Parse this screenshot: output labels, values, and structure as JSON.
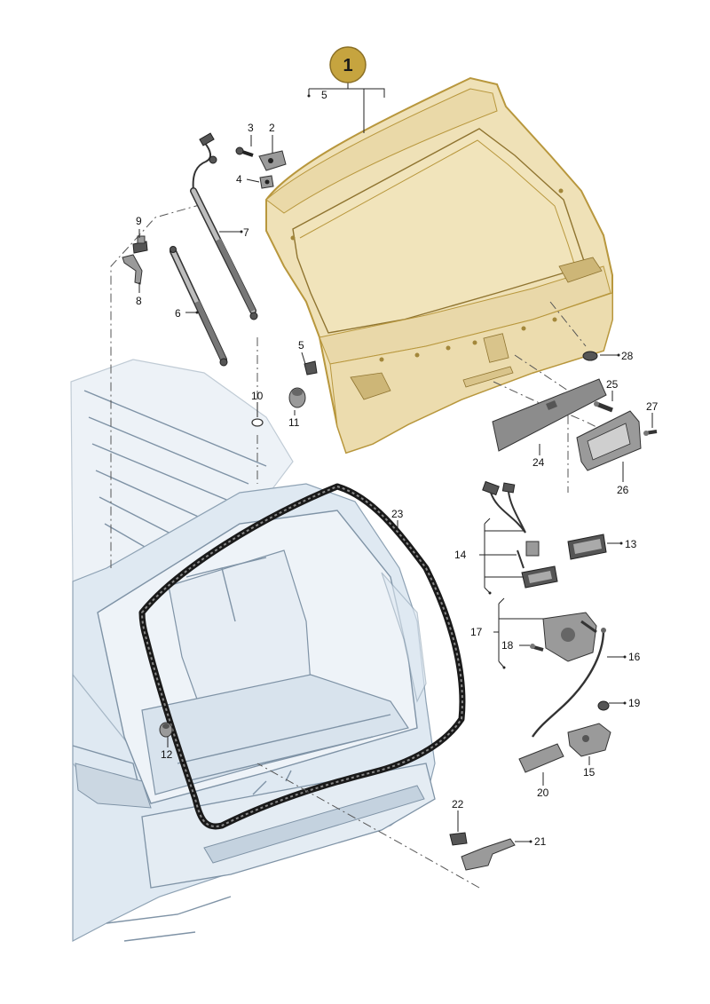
{
  "badge": {
    "label": "1"
  },
  "callouts": [
    {
      "id": "c5a",
      "text": "5"
    },
    {
      "id": "c3",
      "text": "3"
    },
    {
      "id": "c2",
      "text": "2"
    },
    {
      "id": "c4",
      "text": "4"
    },
    {
      "id": "c9",
      "text": "9"
    },
    {
      "id": "c7",
      "text": "7"
    },
    {
      "id": "c8",
      "text": "8"
    },
    {
      "id": "c6",
      "text": "6"
    },
    {
      "id": "c5b",
      "text": "5"
    },
    {
      "id": "c10",
      "text": "10"
    },
    {
      "id": "c11",
      "text": "11"
    },
    {
      "id": "c28",
      "text": "28"
    },
    {
      "id": "c25",
      "text": "25"
    },
    {
      "id": "c27",
      "text": "27"
    },
    {
      "id": "c24",
      "text": "24"
    },
    {
      "id": "c26",
      "text": "26"
    },
    {
      "id": "c23",
      "text": "23"
    },
    {
      "id": "c14",
      "text": "14"
    },
    {
      "id": "c13",
      "text": "13"
    },
    {
      "id": "c17",
      "text": "17"
    },
    {
      "id": "c18",
      "text": "18"
    },
    {
      "id": "c16",
      "text": "16"
    },
    {
      "id": "c19",
      "text": "19"
    },
    {
      "id": "c12",
      "text": "12"
    },
    {
      "id": "c15",
      "text": "15"
    },
    {
      "id": "c20",
      "text": "20"
    },
    {
      "id": "c22",
      "text": "22"
    },
    {
      "id": "c21",
      "text": "21"
    }
  ],
  "colors": {
    "tailgate_fill": "#efe1b7",
    "tailgate_outline": "#b8973d",
    "badge_fill": "#c6a43f",
    "car_line": "#7f93a6",
    "car_fill": "#dfe9f2"
  }
}
